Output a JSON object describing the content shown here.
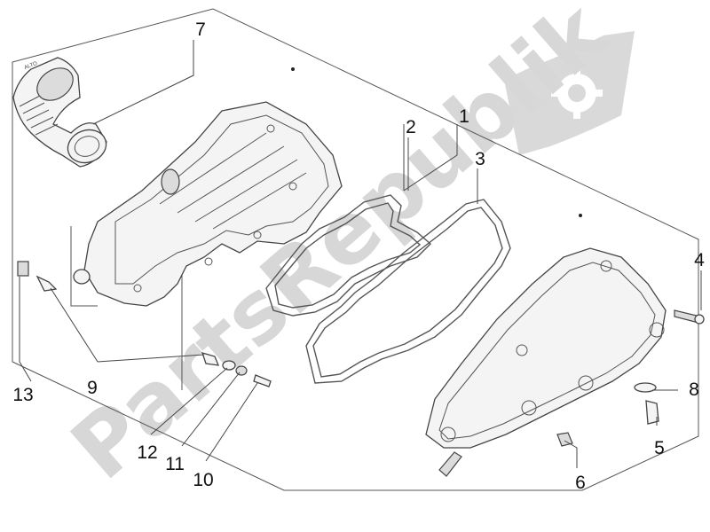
{
  "watermark": {
    "text": "PartsRepublik",
    "logo": "gear-in-flag-icon",
    "color": "#d7d7d7"
  },
  "callouts": [
    {
      "id": "1",
      "text": "1"
    },
    {
      "id": "2",
      "text": "2"
    },
    {
      "id": "3",
      "text": "3"
    },
    {
      "id": "4",
      "text": "4"
    },
    {
      "id": "5",
      "text": "5"
    },
    {
      "id": "6",
      "text": "6"
    },
    {
      "id": "7",
      "text": "7"
    },
    {
      "id": "8",
      "text": "8"
    },
    {
      "id": "9",
      "text": "9"
    },
    {
      "id": "10",
      "text": "10"
    },
    {
      "id": "11",
      "text": "11"
    },
    {
      "id": "12",
      "text": "12"
    },
    {
      "id": "13",
      "text": "13"
    }
  ],
  "duct_marking": "ALTO"
}
